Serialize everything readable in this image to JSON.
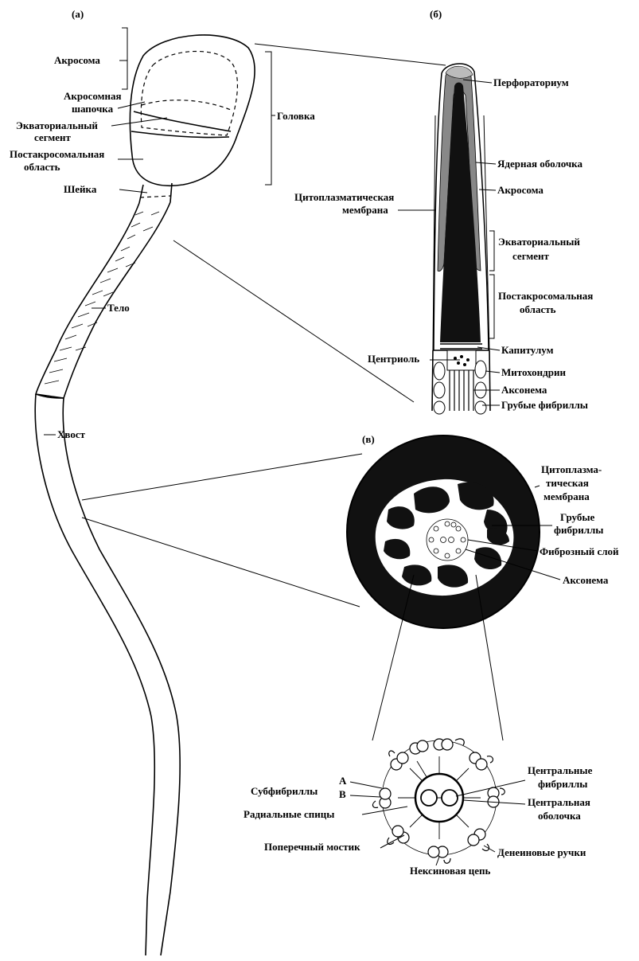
{
  "panels": {
    "a": "(а)",
    "b": "(б)",
    "v": "(в)"
  },
  "sperm": {
    "akrosoma": "Акросома",
    "akrosomnaya_1": "Акросомная",
    "akrosomnaya_2": "шапочка",
    "ekvatorialny_1": "Экваториальный",
    "ekvatorialny_2": "сегмент",
    "postakro_1": "Постакросомальная",
    "postakro_2": "область",
    "golovka": "Головка",
    "sheyka": "Шейка",
    "telo": "Тело",
    "khvost": "Хвост"
  },
  "section": {
    "perforatorium": "Перфораториум",
    "yadernaya": "Ядерная оболочка",
    "akrosoma": "Акросома",
    "membrane_1": "Цитоплазматическая",
    "membrane_2": "мембрана",
    "ekv_1": "Экваториальный",
    "ekv_2": "сегмент",
    "postakro_1": "Постакросомальная",
    "postakro_2": "область",
    "kapitulum": "Капитулум",
    "centriol": "Центриоль",
    "mitokhondrii": "Митохондрии",
    "aksonema": "Аксонема",
    "grubye": "Грубые фибриллы"
  },
  "cross": {
    "membrane_1": "Цитоплазма-",
    "membrane_2": "тическая",
    "membrane_3": "мембрана",
    "grubye_1": "Грубые",
    "grubye_2": "фибриллы",
    "fibrozny": "Фиброзный слой",
    "aksonema": "Аксонема"
  },
  "axoneme": {
    "subfibrilly": "Субфибриллы",
    "a": "А",
    "b": "В",
    "radialnye": "Радиальные спицы",
    "poperechny": "Поперечный мостик",
    "centralnye_1": "Центральные",
    "centralnye_2": "фибриллы",
    "centralnaya_1": "Центральная",
    "centralnaya_2": "оболочка",
    "deneinovye": "Денеиновые ручки",
    "neksinovaya": "Нексиновая цепь"
  }
}
